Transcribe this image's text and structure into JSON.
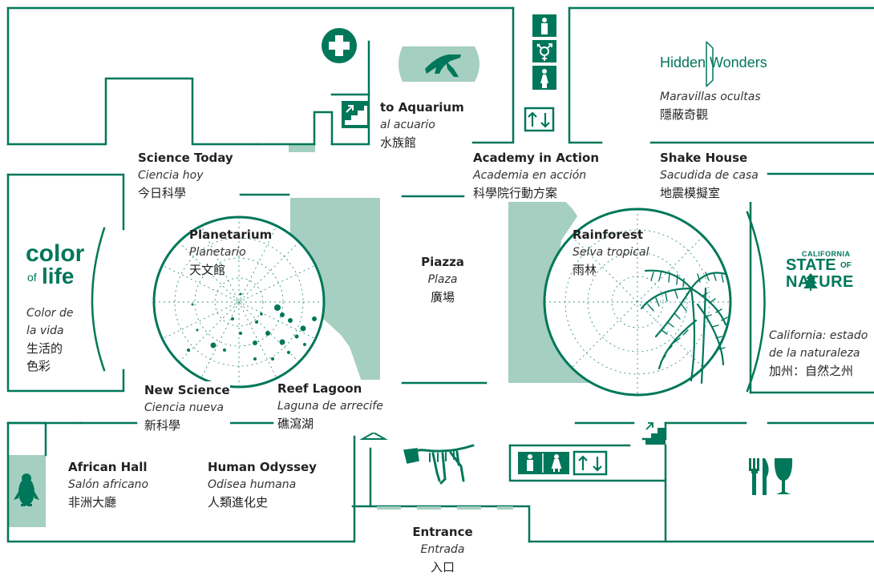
{
  "colors": {
    "green": "#00775a",
    "light": "#a5cfc0",
    "text": "#222222"
  },
  "areas": {
    "to_aquarium": {
      "en": "to Aquarium",
      "es": "al acuario",
      "zh": "水族館"
    },
    "hidden_wonders": {
      "logo_left": "Hidden",
      "logo_right": "Wonders",
      "es": "Maravillas ocultas",
      "zh": "隱蔽奇觀"
    },
    "science_today": {
      "en": "Science Today",
      "es": "Ciencia hoy",
      "zh": "今日科學"
    },
    "academy_in_action": {
      "en": "Academy in Action",
      "es": "Academia en acción",
      "zh": "科學院行動方案"
    },
    "shake_house": {
      "en": "Shake House",
      "es": "Sacudida de casa",
      "zh": "地震模擬室"
    },
    "planetarium": {
      "en": "Planetarium",
      "es": "Planetario",
      "zh": "天文館"
    },
    "piazza": {
      "en": "Piazza",
      "es": "Plaza",
      "zh": "廣場"
    },
    "rainforest": {
      "en": "Rainforest",
      "es": "Selva tropical",
      "zh": "雨林"
    },
    "color_of_life": {
      "logo_top": "color",
      "logo_of": "of",
      "logo_life": "life",
      "es_1": "Color de",
      "es_2": "la vida",
      "zh_1": "生活的",
      "zh_2": "色彩"
    },
    "state_of_nature": {
      "logo_california": "CALIFORNIA",
      "logo_state": "STATE",
      "logo_of": "OF",
      "logo_nature": "NATURE",
      "es_1": "California: estado",
      "es_2": "de la naturaleza",
      "zh": "加州：自然之州"
    },
    "new_science": {
      "en": "New Science",
      "es": "Ciencia nueva",
      "zh": "新科學"
    },
    "reef_lagoon": {
      "en": "Reef Lagoon",
      "es": "Laguna de arrecife",
      "zh": "礁瀉湖"
    },
    "african_hall": {
      "en": "African Hall",
      "es": "Salón africano",
      "zh": "非洲大廳"
    },
    "human_odyssey": {
      "en": "Human Odyssey",
      "es": "Odisea humana",
      "zh": "人類進化史"
    },
    "entrance": {
      "en": "Entrance",
      "es": "Entrada",
      "zh": "入口"
    }
  },
  "icons": [
    "first-aid-icon",
    "crocodile-icon",
    "stairs-icon",
    "restroom-men-icon",
    "restroom-allgender-icon",
    "restroom-women-icon",
    "elevator-icon",
    "coat-check-icon",
    "dinosaur-skeleton-icon",
    "dining-icon",
    "penguin-icon",
    "palm-tree-icon"
  ]
}
